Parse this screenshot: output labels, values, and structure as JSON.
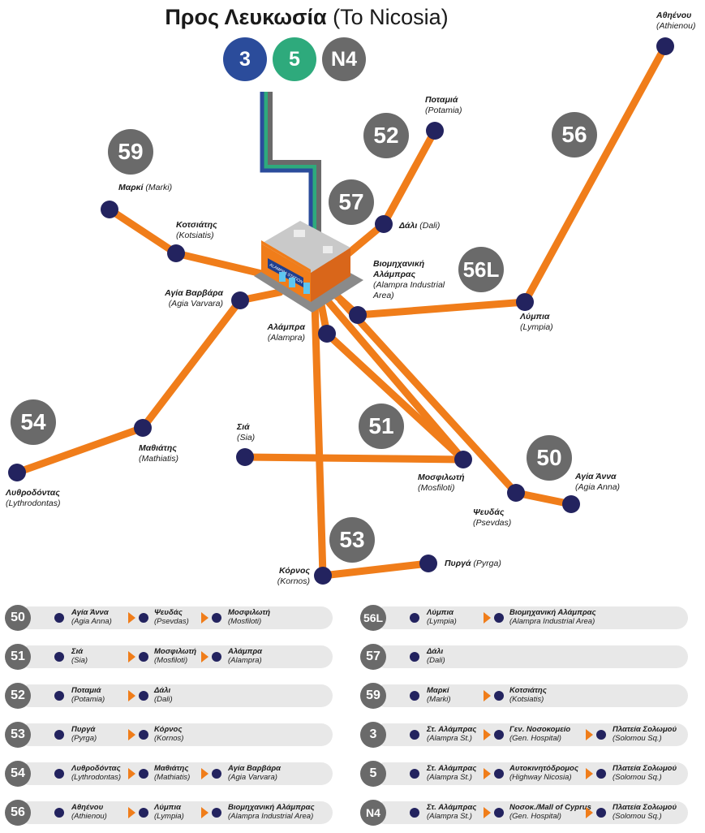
{
  "title": {
    "greek": "Προς Λευκωσία",
    "english": "(To Nicosia)"
  },
  "hub_badges": [
    {
      "label": "3",
      "color": "#2b4c9b"
    },
    {
      "label": "5",
      "color": "#2eaa7c"
    },
    {
      "label": "N4",
      "color": "#6a6a6a"
    }
  ],
  "colors": {
    "route_line": "#f07d1a",
    "stop": "#23235f",
    "badge": "#6a6a6a",
    "row_bg": "#e8e8e8"
  },
  "station_sign": "ALAMPRA STATION",
  "route_badges": [
    "59",
    "52",
    "57",
    "56",
    "56L",
    "54",
    "51",
    "50",
    "53"
  ],
  "stops": {
    "athienou": {
      "gr": "Αθηένου",
      "en": "(Athienou)"
    },
    "potamia": {
      "gr": "Ποταμιά",
      "en": "(Potamia)"
    },
    "marki": {
      "gr": "Μαρκί",
      "en": "(Marki)"
    },
    "kotsiatis": {
      "gr": "Κοτσιάτης",
      "en": "(Kotsiatis)"
    },
    "dali": {
      "gr": "Δάλι",
      "en": "(Dali)"
    },
    "industrial": {
      "gr": "Βιομηχανική Αλάμπρας",
      "en": "(Alampra Industrial Area)"
    },
    "agiavarvara": {
      "gr": "Αγία Βαρβάρα",
      "en": "(Agia Varvara)"
    },
    "alampra": {
      "gr": "Αλάμπρα",
      "en": "(Alampra)"
    },
    "lympia": {
      "gr": "Λύμπια",
      "en": "(Lympia)"
    },
    "mathiatis": {
      "gr": "Μαθιάτης",
      "en": "(Mathiatis)"
    },
    "lythrodontas": {
      "gr": "Λυθροδόντας",
      "en": "(Lythrodontas)"
    },
    "sia": {
      "gr": "Σιά",
      "en": "(Sia)"
    },
    "mosfiloti": {
      "gr": "Μοσφιλωτή",
      "en": "(Mosfiloti)"
    },
    "agiaanna": {
      "gr": "Αγία Άννα",
      "en": "(Agia Anna)"
    },
    "psevdas": {
      "gr": "Ψευδάς",
      "en": "(Psevdas)"
    },
    "kornos": {
      "gr": "Κόρνος",
      "en": "(Kornos)"
    },
    "pyrga": {
      "gr": "Πυργά",
      "en": "(Pyrga)"
    }
  },
  "legend": [
    {
      "route": "50",
      "stops": [
        [
          "Αγία Άννα",
          "(Agia Anna)"
        ],
        [
          "Ψευδάς",
          "(Psevdas)"
        ],
        [
          "Μοσφιλωτή",
          "(Mosfiloti)"
        ]
      ]
    },
    {
      "route": "51",
      "stops": [
        [
          "Σιά",
          "(Sia)"
        ],
        [
          "Μοσφιλωτή",
          "(Mosfiloti)"
        ],
        [
          "Αλάμπρα",
          "(Alampra)"
        ]
      ]
    },
    {
      "route": "52",
      "stops": [
        [
          "Ποταμιά",
          "(Potamia)"
        ],
        [
          "Δάλι",
          "(Dali)"
        ]
      ]
    },
    {
      "route": "53",
      "stops": [
        [
          "Πυργά",
          "(Pyrga)"
        ],
        [
          "Κόρνος",
          "(Kornos)"
        ]
      ]
    },
    {
      "route": "54",
      "stops": [
        [
          "Λυθροδόντας",
          "(Lythrodontas)"
        ],
        [
          "Μαθιάτης",
          "(Mathiatis)"
        ],
        [
          "Αγία Βαρβάρα",
          "(Agia Varvara)"
        ]
      ]
    },
    {
      "route": "56",
      "stops": [
        [
          "Αθηένου",
          "(Athienou)"
        ],
        [
          "Λύμπια",
          "(Lympia)"
        ],
        [
          "Βιομηχανική Αλάμπρας",
          "(Alampra Industrial Area)"
        ]
      ]
    },
    {
      "route": "56L",
      "stops": [
        [
          "Λύμπια",
          "(Lympia)"
        ],
        [
          "Βιομηχανική Αλάμπρας",
          "(Alampra Industrial Area)"
        ]
      ]
    },
    {
      "route": "57",
      "stops": [
        [
          "Δάλι",
          "(Dali)"
        ]
      ]
    },
    {
      "route": "59",
      "stops": [
        [
          "Μαρκί",
          "(Marki)"
        ],
        [
          "Κοτσιάτης",
          "(Kotsiatis)"
        ]
      ]
    },
    {
      "route": "3",
      "stops": [
        [
          "Στ. Αλάμπρας",
          "(Alampra St.)"
        ],
        [
          "Γεν. Νοσοκομείο",
          "(Gen. Hospital)"
        ],
        [
          "Πλατεία Σολωμού",
          "(Solomou Sq.)"
        ]
      ]
    },
    {
      "route": "5",
      "stops": [
        [
          "Στ. Αλάμπρας",
          "(Alampra St.)"
        ],
        [
          "Αυτοκινητόδρομος",
          "(Highway Nicosia)"
        ],
        [
          "Πλατεία Σολωμού",
          "(Solomou Sq.)"
        ]
      ]
    },
    {
      "route": "N4",
      "stops": [
        [
          "Στ. Αλάμπρας",
          "(Alampra St.)"
        ],
        [
          "Νοσοκ./Mall of Cyprus",
          "(Gen. Hospital)"
        ],
        [
          "Πλατεία Σολωμού",
          "(Solomou Sq.)"
        ]
      ]
    }
  ]
}
